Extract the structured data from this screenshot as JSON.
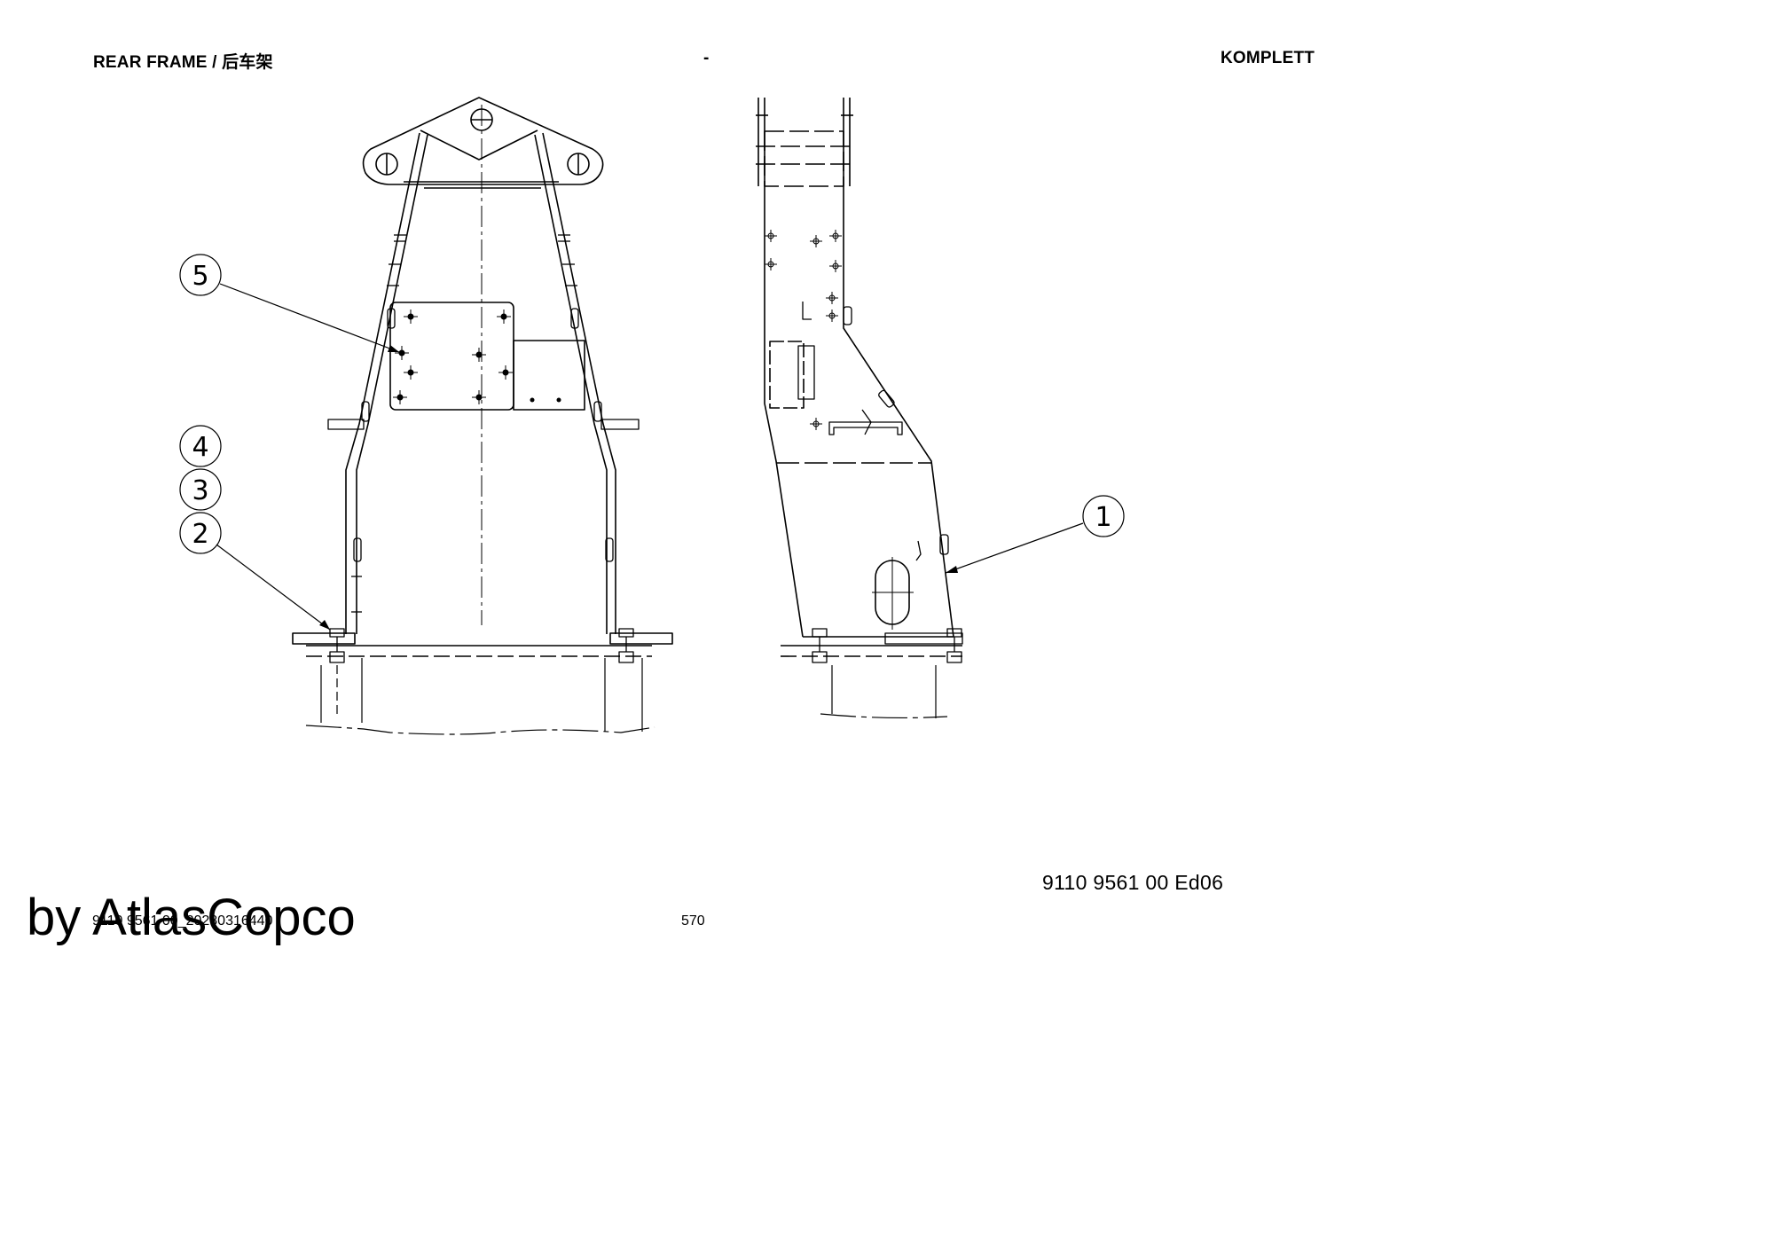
{
  "header": {
    "title": "REAR FRAME / 后车架",
    "center": "-",
    "right": "KOMPLETT"
  },
  "drawing": {
    "callouts": [
      "5",
      "4",
      "3",
      "2",
      "1"
    ]
  },
  "footer": {
    "doc_id": "9110 9561 00  Ed06",
    "page_number": "570",
    "page_code": "9110 9561 00_20280316440",
    "watermark": "by AtlasCopco"
  }
}
